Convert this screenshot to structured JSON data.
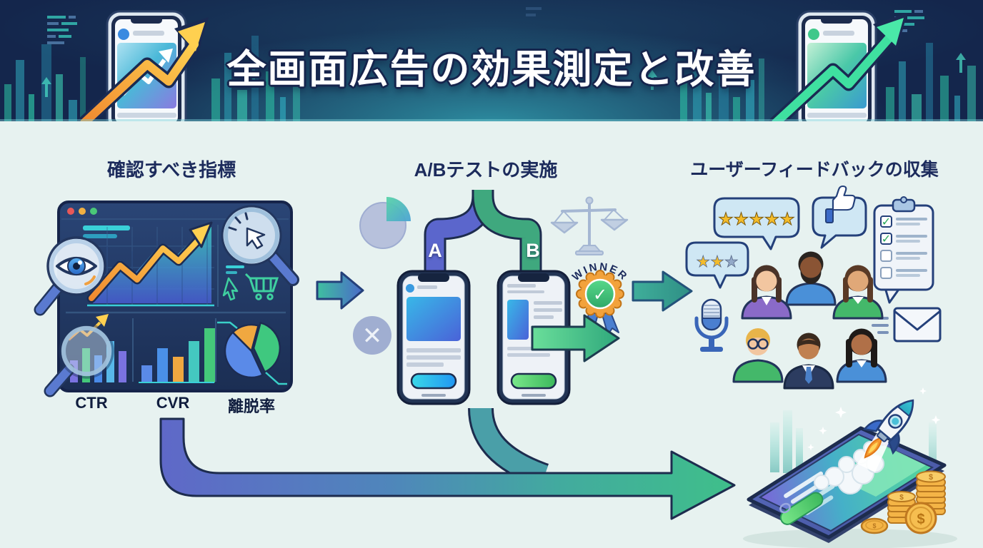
{
  "title": "全画面広告の効果測定と改善",
  "sections": {
    "metrics": {
      "heading": "確認すべき指標",
      "labels": [
        "CTR",
        "CVR",
        "離脱率"
      ]
    },
    "abtest": {
      "heading": "A/Bテストの実施",
      "variant_a": "A",
      "variant_b": "B",
      "winner_label": "WINNER"
    },
    "feedback": {
      "heading": "ユーザーフィードバックの収集",
      "rating_full": "★★★★★",
      "rating_partial_filled": "★★",
      "rating_partial_empty": "★"
    }
  },
  "icons": {
    "check": "✓",
    "cross": "✕",
    "currency": "$"
  },
  "colors": {
    "banner_bg": "#16294f",
    "banner_glow": "#2f96a8",
    "main_bg": "#e7f2f0",
    "heading_text": "#1c2b5c",
    "label_text": "#101d3e",
    "accent_orange": "#f5a93c",
    "accent_green": "#3fbf8a",
    "accent_blue": "#3b82e0",
    "accent_purple": "#5f68c8",
    "winner_gold": "#f2a23c"
  }
}
